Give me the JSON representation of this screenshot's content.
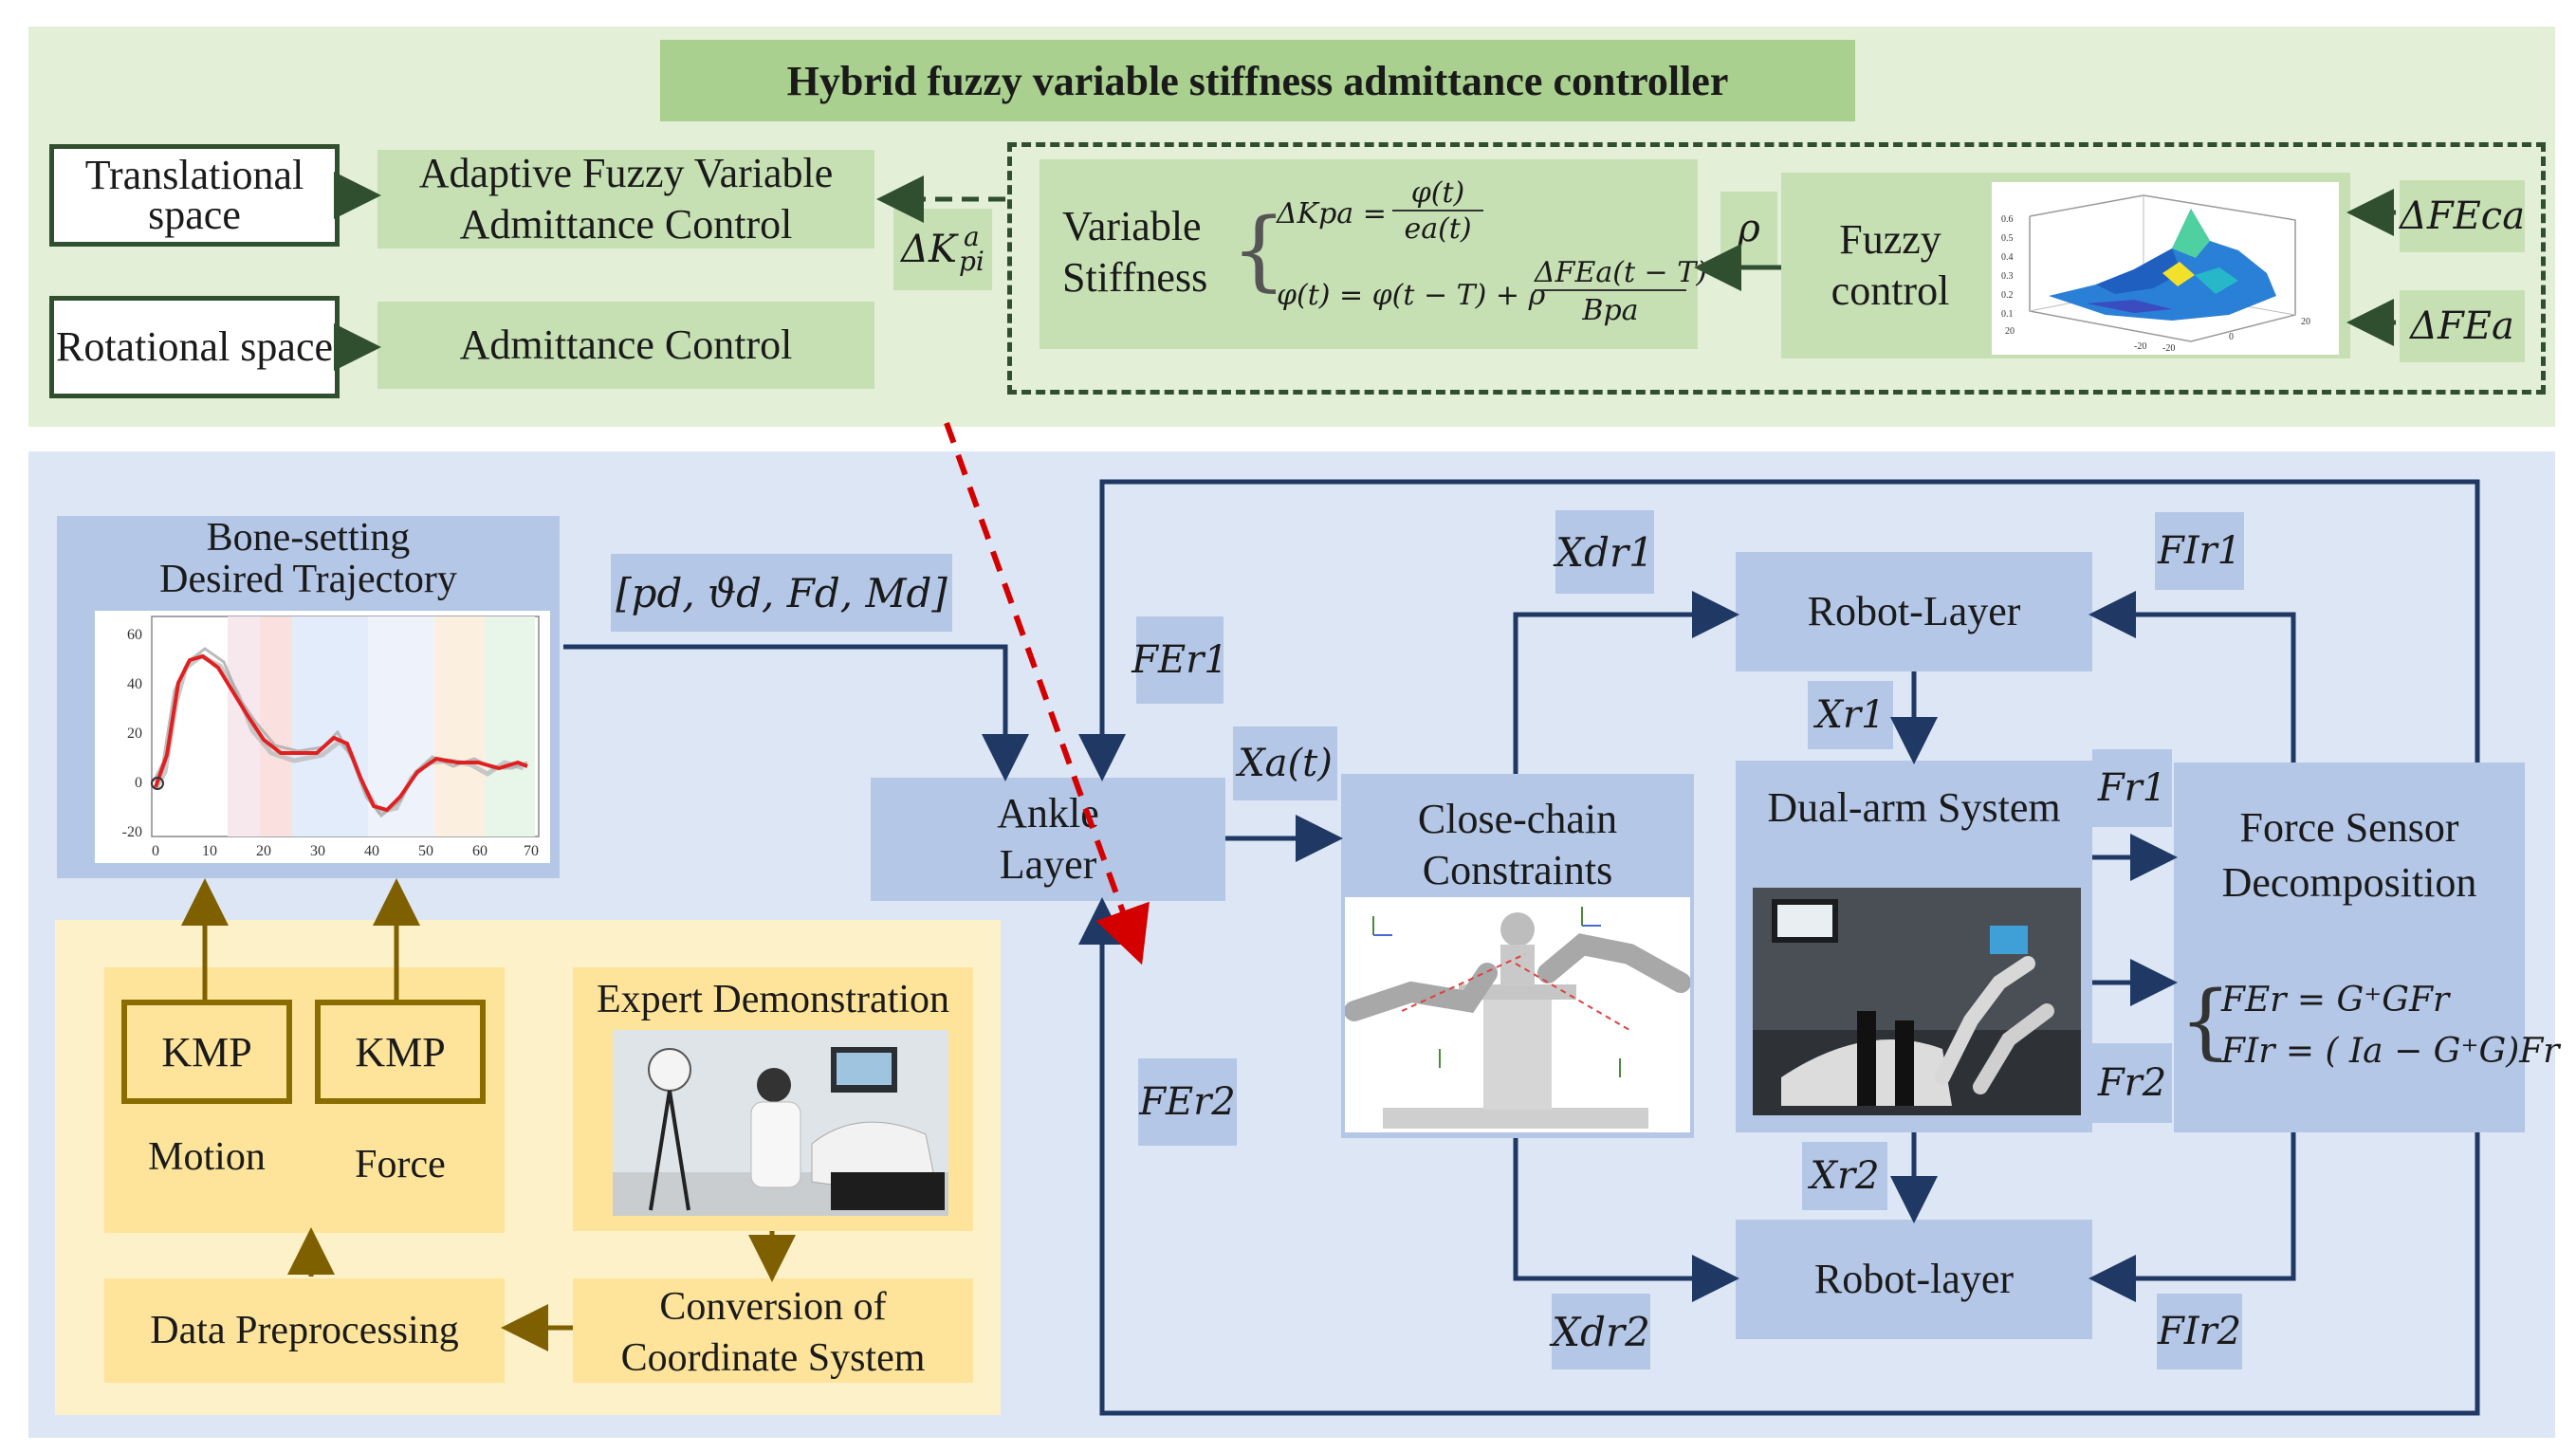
{
  "controller": {
    "title": "Hybrid fuzzy variable stiffness admittance controller",
    "translational_space": "Translational space",
    "rotational_space": "Rotational space",
    "adaptive_fuzzy": "Adaptive Fuzzy Variable Admittance Control",
    "admittance_control": "Admittance Control",
    "delta_kpi": "ΔK",
    "delta_kpi_sup": "a",
    "delta_kpi_sub": "pi",
    "variable_stiffness": "Variable Stiffness",
    "eq1_lhs": "ΔKpa =",
    "eq1_num": "φ(t)",
    "eq1_den": "ea(t)",
    "eq2_lhs": "φ(t) = φ(t − T) + ρ",
    "eq2_num": "ΔFEa(t − T)",
    "eq2_den": "Bpa",
    "rho": "ρ",
    "fuzzy_control": "Fuzzy control",
    "delta_fec": "ΔFEca",
    "delta_fe": "ΔFEa",
    "surface_ticks_z": [
      "0.6",
      "0.5",
      "0.4",
      "0.3",
      "0.2",
      "0.1",
      "20"
    ],
    "surface_ticks_x": [
      "-20",
      "-20",
      "0",
      "20"
    ]
  },
  "trajectory": {
    "title_line1": "Bone-setting",
    "title_line2": "Desired Trajectory",
    "signal": "[pd, ϑd, Fd, Md]",
    "y_ticks": [
      "60",
      "40",
      "20",
      "0",
      "-20"
    ],
    "x_ticks": [
      "0",
      "10",
      "20",
      "30",
      "40",
      "50",
      "60",
      "70"
    ]
  },
  "learning": {
    "kmp1": "KMP",
    "kmp2": "KMP",
    "motion": "Motion",
    "force": "Force",
    "expert": "Expert Demonstration",
    "data_preprocessing": "Data Preprocessing",
    "conversion_line1": "Conversion of",
    "conversion_line2": "Coordinate System"
  },
  "system": {
    "ankle_layer": "Ankle Layer",
    "xa": "Xa(t)",
    "fe_r1": "FEr1",
    "fe_r2": "FEr2",
    "close_chain": "Close-chain Constraints",
    "x_dr1": "Xdr1",
    "x_dr2": "Xdr2",
    "robot_layer_top": "Robot-Layer",
    "robot_layer_bottom": "Robot-layer",
    "x_r1": "Xr1",
    "x_r2": "Xr2",
    "dual_arm": "Dual-arm System",
    "f_r1": "Fr1",
    "f_r2": "Fr2",
    "fi_r1": "FIr1",
    "fi_r2": "FIr2",
    "force_sensor_line1": "Force Sensor",
    "force_sensor_line2": "Decomposition",
    "fs_eq1": "FEr = G⁺GFr",
    "fs_eq2": "FIr = ( Ia − G⁺G)Fr"
  },
  "colors": {
    "green_region": "#e3efd7",
    "green_box": "#c6e0b4",
    "title_green": "#a9d08e",
    "blue_region": "#dde6f4",
    "blue_box": "#b4c7e7",
    "yellow_region": "#fdf1c9",
    "yellow_box": "#fde49a",
    "arrow_dark": "#1f3864",
    "arrow_brown": "#7f6000",
    "red_dashed": "#d40000"
  }
}
